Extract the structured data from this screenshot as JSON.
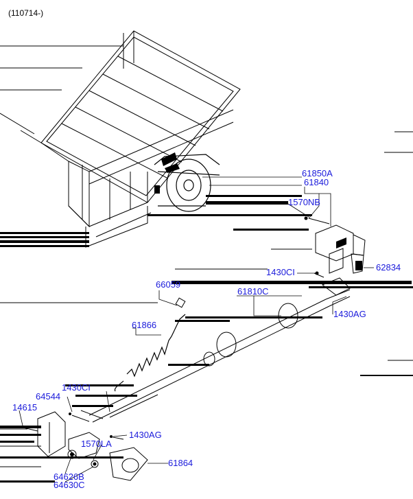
{
  "header": {
    "code": "(110714-)"
  },
  "colors": {
    "link": "#1a1adb",
    "line": "#000000",
    "background": "#ffffff"
  },
  "callouts": [
    {
      "id": "61850a",
      "text": "61850A"
    },
    {
      "id": "61840",
      "text": "61840"
    },
    {
      "id": "1570nb",
      "text": "1570NB"
    },
    {
      "id": "1430ci-top",
      "text": "1430CI"
    },
    {
      "id": "62834",
      "text": "62834"
    },
    {
      "id": "66059",
      "text": "66059"
    },
    {
      "id": "61810c",
      "text": "61810C"
    },
    {
      "id": "1430ag-right",
      "text": "1430AG"
    },
    {
      "id": "61866",
      "text": "61866"
    },
    {
      "id": "1430ci-left",
      "text": "1430CI"
    },
    {
      "id": "64544",
      "text": "64544"
    },
    {
      "id": "14615",
      "text": "14615"
    },
    {
      "id": "1430ag-left",
      "text": "1430AG"
    },
    {
      "id": "1570la",
      "text": "1570LA"
    },
    {
      "id": "61864",
      "text": "61864"
    },
    {
      "id": "64626b",
      "text": "64626B"
    },
    {
      "id": "64630c",
      "text": "64630C"
    }
  ]
}
